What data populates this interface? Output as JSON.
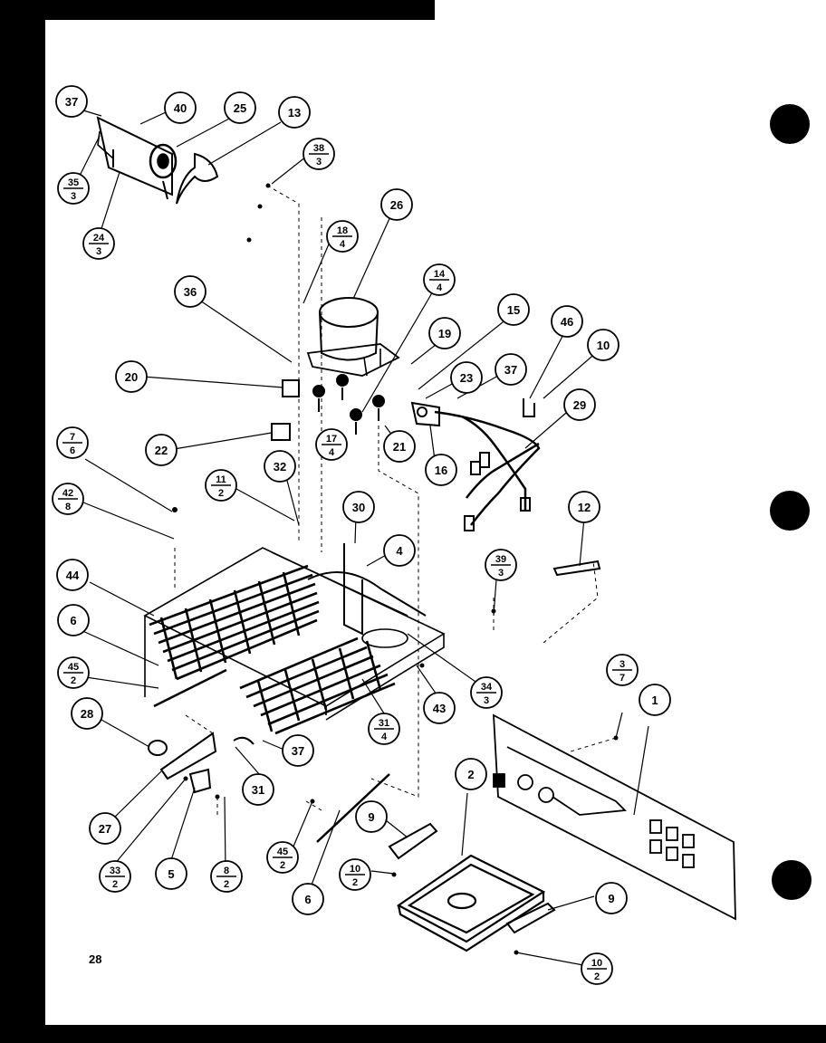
{
  "page_number": "28",
  "callouts": {
    "c37a": "37",
    "c40": "40",
    "c25": "25",
    "c13": "13",
    "c26": "26",
    "c36": "36",
    "c20": "20",
    "c22": "22",
    "c15": "15",
    "c19": "19",
    "c23": "23",
    "c37b": "37",
    "c46": "46",
    "c10": "10",
    "c29": "29",
    "c21": "21",
    "c16": "16",
    "c32": "32",
    "c30": "30",
    "c4": "4",
    "c12": "12",
    "c44": "44",
    "c6a": "6",
    "c28": "28",
    "c43": "43",
    "c37c": "37",
    "c31": "31",
    "c27": "27",
    "c5": "5",
    "c1": "1",
    "c2": "2",
    "c9a": "9",
    "c6b": "6",
    "c9b": "9"
  },
  "fractions": {
    "f35": {
      "num": "35",
      "den": "3"
    },
    "f24": {
      "num": "24",
      "den": "3"
    },
    "f38": {
      "num": "38",
      "den": "3"
    },
    "f18": {
      "num": "18",
      "den": "4"
    },
    "f14": {
      "num": "14",
      "den": "4"
    },
    "f17": {
      "num": "17",
      "den": "4"
    },
    "f7": {
      "num": "7",
      "den": "6"
    },
    "f42": {
      "num": "42",
      "den": "8"
    },
    "f11": {
      "num": "11",
      "den": "2"
    },
    "f39": {
      "num": "39",
      "den": "3"
    },
    "f45a": {
      "num": "45",
      "den": "2"
    },
    "f34": {
      "num": "34",
      "den": "3"
    },
    "f31": {
      "num": "31",
      "den": "4"
    },
    "f3": {
      "num": "3",
      "den": "7"
    },
    "f33": {
      "num": "33",
      "den": "2"
    },
    "f8": {
      "num": "8",
      "den": "2"
    },
    "f45b": {
      "num": "45",
      "den": "2"
    },
    "f10a": {
      "num": "10",
      "den": "2"
    },
    "f10b": {
      "num": "10",
      "den": "2"
    }
  }
}
